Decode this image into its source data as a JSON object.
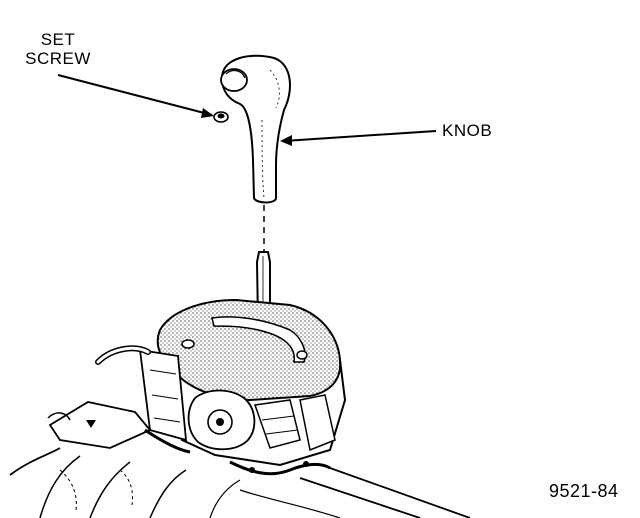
{
  "labels": {
    "set_screw_line1": "SET",
    "set_screw_line2": "SCREW",
    "knob": "KNOB",
    "figure_number": "9521-84"
  },
  "colors": {
    "ink": "#000000",
    "paper": "#ffffff"
  }
}
